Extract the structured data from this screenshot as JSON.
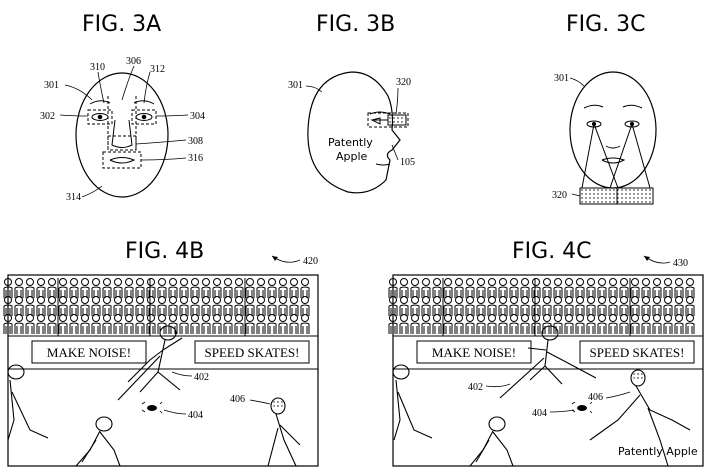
{
  "figures": {
    "fig3a": {
      "title": "FIG. 3A",
      "refs": {
        "r301": "301",
        "r310": "310",
        "r306": "306",
        "r312": "312",
        "r302": "302",
        "r304": "304",
        "r308": "308",
        "r316": "316",
        "r314": "314"
      }
    },
    "fig3b": {
      "title": "FIG. 3B",
      "refs": {
        "r301": "301",
        "r320": "320",
        "r105": "105"
      },
      "watermark": [
        "Patently",
        "Apple"
      ]
    },
    "fig3c": {
      "title": "FIG. 3C",
      "refs": {
        "r301": "301",
        "r320": "320"
      }
    },
    "fig4b": {
      "title": "FIG. 4B",
      "refs": {
        "r420": "420",
        "r402": "402",
        "r404": "404",
        "r406": "406"
      },
      "sign_left": "MAKE NOISE!",
      "sign_right": "SPEED SKATES!"
    },
    "fig4c": {
      "title": "FIG. 4C",
      "refs": {
        "r430": "430",
        "r402": "402",
        "r404": "404",
        "r406": "406"
      },
      "sign_left": "MAKE NOISE!",
      "sign_right": "SPEED SKATES!",
      "watermark": "Patently Apple"
    }
  }
}
